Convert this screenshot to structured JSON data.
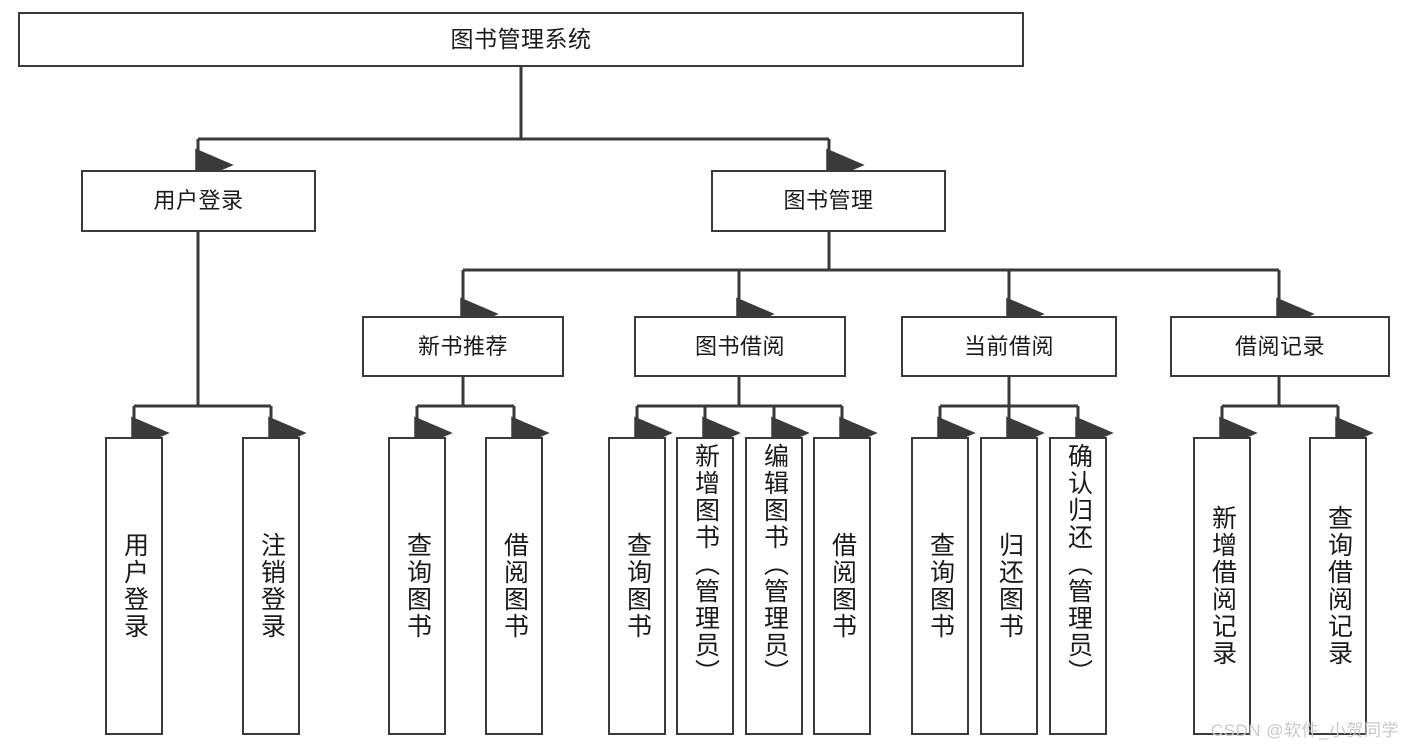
{
  "diagram": {
    "type": "hierarchy-tree",
    "title_node": {
      "label": "图书管理系统"
    },
    "level2": [
      {
        "id": "user-login",
        "label": "用户登录"
      },
      {
        "id": "book-management",
        "label": "图书管理"
      }
    ],
    "level3": [
      {
        "id": "new-book-recommend",
        "label": "新书推荐"
      },
      {
        "id": "book-borrow",
        "label": "图书借阅"
      },
      {
        "id": "current-borrow",
        "label": "当前借阅"
      },
      {
        "id": "borrow-record",
        "label": "借阅记录"
      }
    ],
    "leaves": [
      {
        "id": "leaf-user-login",
        "label": "用户登录",
        "parent": "user-login"
      },
      {
        "id": "leaf-logout",
        "label": "注销登录",
        "parent": "user-login"
      },
      {
        "id": "leaf-query-book-1",
        "label": "查询图书",
        "parent": "new-book-recommend"
      },
      {
        "id": "leaf-borrow-book-1",
        "label": "借阅图书",
        "parent": "new-book-recommend"
      },
      {
        "id": "leaf-query-book-2",
        "label": "查询图书",
        "parent": "book-borrow"
      },
      {
        "id": "leaf-add-book",
        "label": "新增图书（管理员）",
        "parent": "book-borrow"
      },
      {
        "id": "leaf-edit-book",
        "label": "编辑图书（管理员）",
        "parent": "book-borrow"
      },
      {
        "id": "leaf-borrow-book-2",
        "label": "借阅图书",
        "parent": "book-borrow"
      },
      {
        "id": "leaf-query-book-3",
        "label": "查询图书",
        "parent": "current-borrow"
      },
      {
        "id": "leaf-return-book",
        "label": "归还图书",
        "parent": "current-borrow"
      },
      {
        "id": "leaf-confirm-return",
        "label": "确认归还（管理员）",
        "parent": "current-borrow"
      },
      {
        "id": "leaf-add-record",
        "label": "新增借阅记录",
        "parent": "borrow-record"
      },
      {
        "id": "leaf-query-record",
        "label": "查询借阅记录",
        "parent": "borrow-record"
      }
    ],
    "colors": {
      "box_border": "#3a3a3a",
      "box_fill": "#ffffff",
      "connector": "#3a3a3a",
      "text": "#1a1a1a",
      "watermark": "#c9c9c9"
    }
  },
  "watermark": {
    "text": "CSDN @软件_小贺同学"
  }
}
